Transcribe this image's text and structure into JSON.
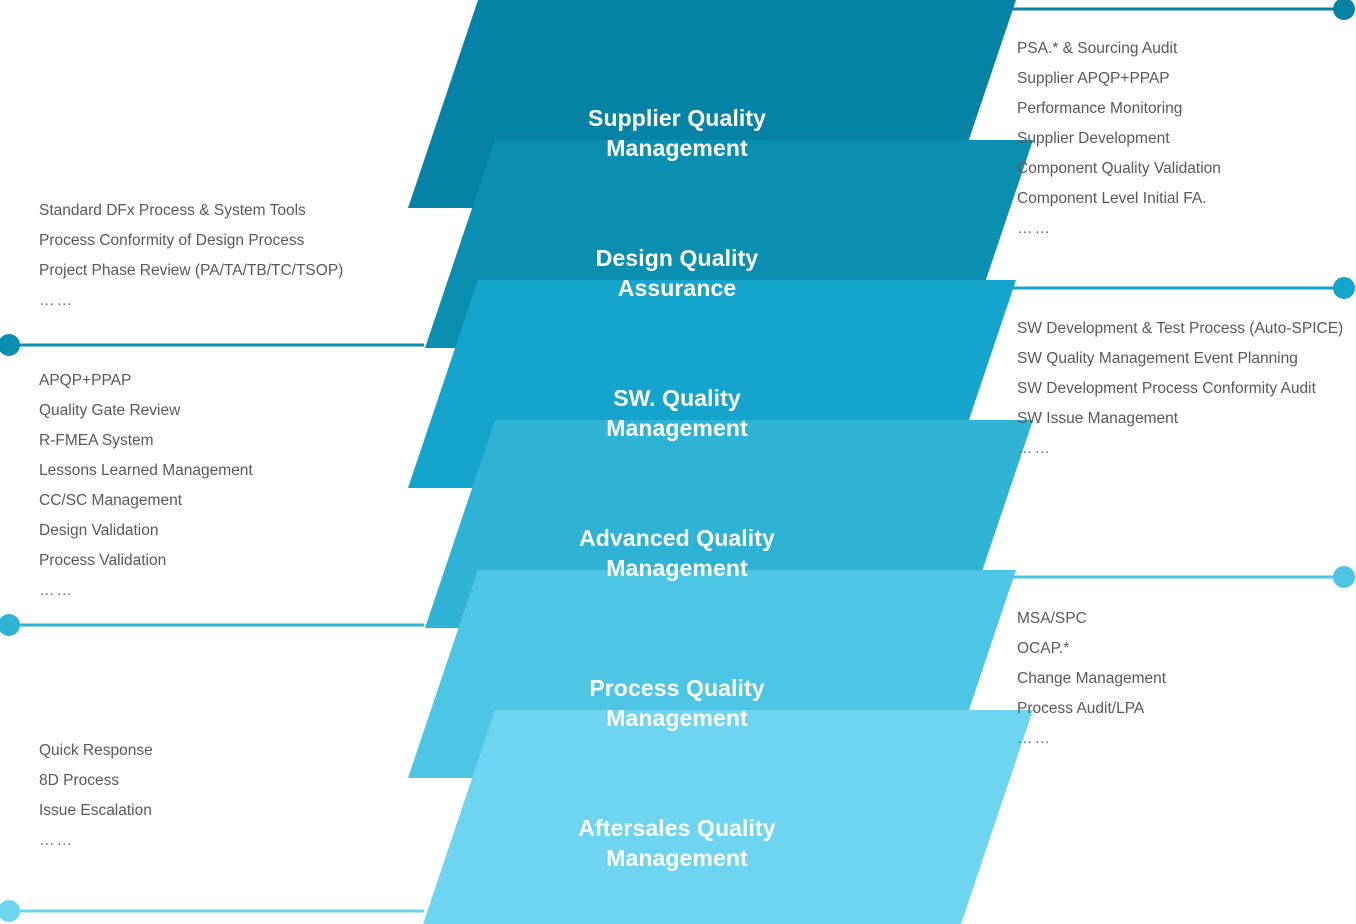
{
  "diagram": {
    "title": "Quality Management System Layers",
    "type": "layered-parallelogram-diagram",
    "colors": {
      "layer1": "#0682a4",
      "layer2": "#0b8fb1",
      "layer3": "#15a4cb",
      "layer4": "#2eb3d4",
      "layer5": "#4cc6e4",
      "layer6": "#6ed5f0",
      "text_dark": "#595959",
      "band_text": "#ffffff",
      "background": "#ffffff"
    },
    "bands": [
      {
        "id": "supplier-quality-management",
        "title_lines": [
          "Supplier Quality",
          "Management"
        ],
        "color": "#0682a4",
        "side": "right"
      },
      {
        "id": "design-quality-assurance",
        "title_lines": [
          "Design Quality",
          "Assurance"
        ],
        "color": "#0b8fb1",
        "side": "left"
      },
      {
        "id": "sw-quality-management",
        "title_lines": [
          "SW. Quality",
          "Management"
        ],
        "color": "#15a4cb",
        "side": "right"
      },
      {
        "id": "advanced-quality-management",
        "title_lines": [
          "Advanced Quality",
          "Management"
        ],
        "color": "#2eb3d4",
        "side": "left"
      },
      {
        "id": "process-quality-management",
        "title_lines": [
          "Process Quality",
          "Management"
        ],
        "color": "#4cc6e4",
        "side": "right"
      },
      {
        "id": "aftersales-quality-management",
        "title_lines": [
          "Aftersales Quality",
          "Management"
        ],
        "color": "#6ed5f0",
        "side": "left"
      }
    ],
    "callouts": {
      "supplier_quality": {
        "anchor": "right",
        "items": [
          "PSA.* & Sourcing Audit",
          "Supplier APQP+PPAP",
          "Performance Monitoring",
          "Supplier Development",
          "Component Quality Validation",
          "Component Level Initial FA.",
          "……"
        ]
      },
      "design_quality": {
        "anchor": "left",
        "items": [
          "Standard DFx Process & System Tools",
          "Process Conformity of Design Process",
          "Project Phase Review (PA/TA/TB/TC/TSOP)",
          "……"
        ]
      },
      "sw_quality": {
        "anchor": "right",
        "items": [
          "SW Development & Test Process (Auto-SPICE)",
          "SW Quality Management Event Planning",
          "SW Development Process Conformity Audit",
          "SW Issue Management",
          "……"
        ]
      },
      "advanced_quality": {
        "anchor": "left",
        "items": [
          "APQP+PPAP",
          "Quality Gate Review",
          "R-FMEA System",
          "Lessons Learned Management",
          "CC/SC Management",
          "Design Validation",
          "Process Validation",
          "……"
        ]
      },
      "process_quality": {
        "anchor": "right",
        "items": [
          "MSA/SPC",
          "OCAP.*",
          "Change Management",
          "Process Audit/LPA",
          "……"
        ]
      },
      "aftersales_quality": {
        "anchor": "left",
        "items": [
          "Quick Response",
          "8D Process",
          "Issue Escalation",
          "……"
        ]
      }
    }
  }
}
